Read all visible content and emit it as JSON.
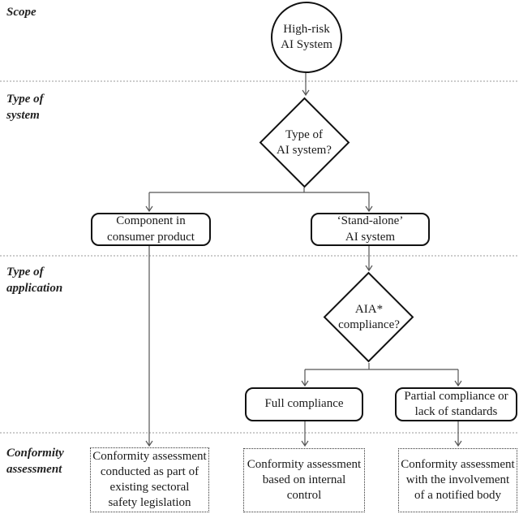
{
  "sections": {
    "scope": "Scope",
    "type_of_system": "Type of\nsystem",
    "type_of_application": "Type of\napplication",
    "conformity_assessment": "Conformity\nassessment"
  },
  "nodes": {
    "start": "High-risk\nAI System",
    "type_decision": "Type of\nAI system?",
    "component": "Component in\nconsumer product",
    "standalone": "‘Stand-alone’\nAI system",
    "aia_decision": "AIA*\ncompliance?",
    "full_compliance": "Full compliance",
    "partial_compliance": "Partial compliance or\nlack of standards",
    "ca_sectoral": "Conformity assessment\nconducted as part of\nexisting sectoral\nsafety legislation",
    "ca_internal": "Conformity assessment\nbased on internal\ncontrol",
    "ca_notified": "Conformity assessment\nwith the involvement\nof a notified body"
  },
  "colors": {
    "shape_border": "#111111",
    "connector": "#555555",
    "separator": "#999999",
    "text": "#1a1a1a",
    "background": "#ffffff"
  }
}
